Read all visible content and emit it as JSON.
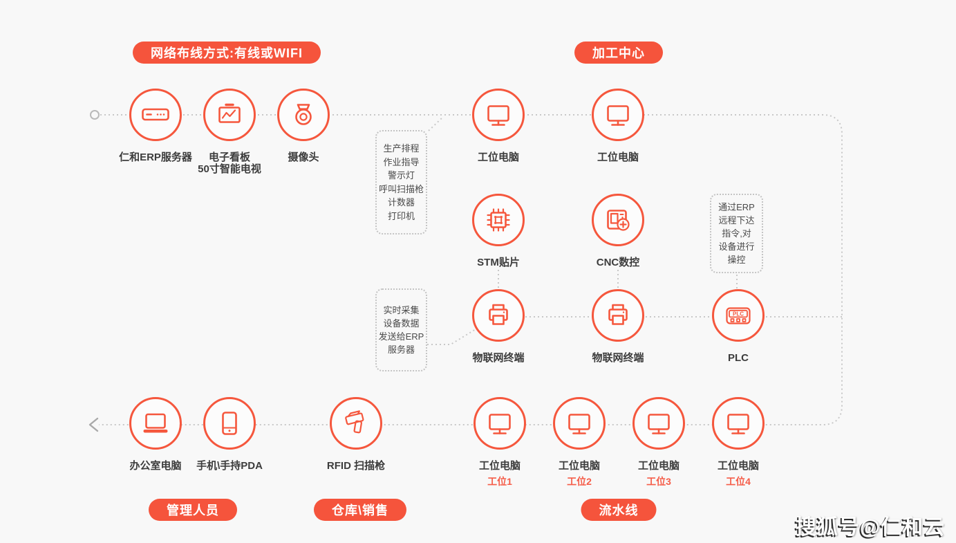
{
  "banners": {
    "network": "网络布线方式:有线或WIFI",
    "machining_center": "加工中心",
    "managers": "管理人员",
    "warehouse_sales": "仓库\\销售",
    "assembly_line": "流水线"
  },
  "nodes": {
    "erp_server": {
      "label": "仁和ERP服务器",
      "icon": "server-icon"
    },
    "kanban": {
      "label": "电子看板",
      "label2": "50寸智能电视",
      "icon": "kanban-tv-icon"
    },
    "camera": {
      "label": "摄像头",
      "icon": "camera-icon"
    },
    "ws_top_1": {
      "label": "工位电脑",
      "icon": "monitor-icon"
    },
    "ws_top_2": {
      "label": "工位电脑",
      "icon": "monitor-icon"
    },
    "stm": {
      "label": "STM贴片",
      "icon": "chip-icon"
    },
    "cnc": {
      "label": "CNC数控",
      "icon": "cnc-plus-icon"
    },
    "iot_1": {
      "label": "物联网终端",
      "icon": "printer-icon"
    },
    "iot_2": {
      "label": "物联网终端",
      "icon": "printer-icon"
    },
    "plc": {
      "label": "PLC",
      "icon": "plc-panel-icon",
      "icon_text": "PLC"
    },
    "office_pc": {
      "label": "办公室电脑",
      "icon": "laptop-icon"
    },
    "pda": {
      "label": "手机\\手持PDA",
      "icon": "phone-icon"
    },
    "rfid": {
      "label": "RFID 扫描枪",
      "icon": "scanner-gun-icon"
    },
    "ws1": {
      "label": "工位电脑",
      "sub": "工位1",
      "icon": "monitor-icon"
    },
    "ws2": {
      "label": "工位电脑",
      "sub": "工位2",
      "icon": "monitor-icon"
    },
    "ws3": {
      "label": "工位电脑",
      "sub": "工位3",
      "icon": "monitor-icon"
    },
    "ws4": {
      "label": "工位电脑",
      "sub": "工位4",
      "icon": "monitor-icon"
    }
  },
  "notes": {
    "production": {
      "lines": [
        "生产排程",
        "作业指导",
        "警示灯",
        "呼叫扫描枪",
        "计数器",
        "打印机"
      ]
    },
    "remote": {
      "lines": [
        "通过ERP",
        "远程下达",
        "指令,对",
        "设备进行",
        "操控"
      ]
    },
    "collect": {
      "lines": [
        "实时采集",
        "设备数据",
        "发送给ERP",
        "服务器"
      ]
    }
  },
  "watermark": "搜狐号@仁和云",
  "colors": {
    "accent": "#f5573d",
    "pill_background": "#f5543c",
    "pill_text": "#ffffff",
    "label_text": "#3c3c3c",
    "sub_label_text": "#f55c48",
    "note_text": "#4a4a4a",
    "note_border": "#c4c4c4",
    "connector": "#c8c8c8",
    "background": "#f8f8f8",
    "watermark_text": "#ffffff"
  }
}
